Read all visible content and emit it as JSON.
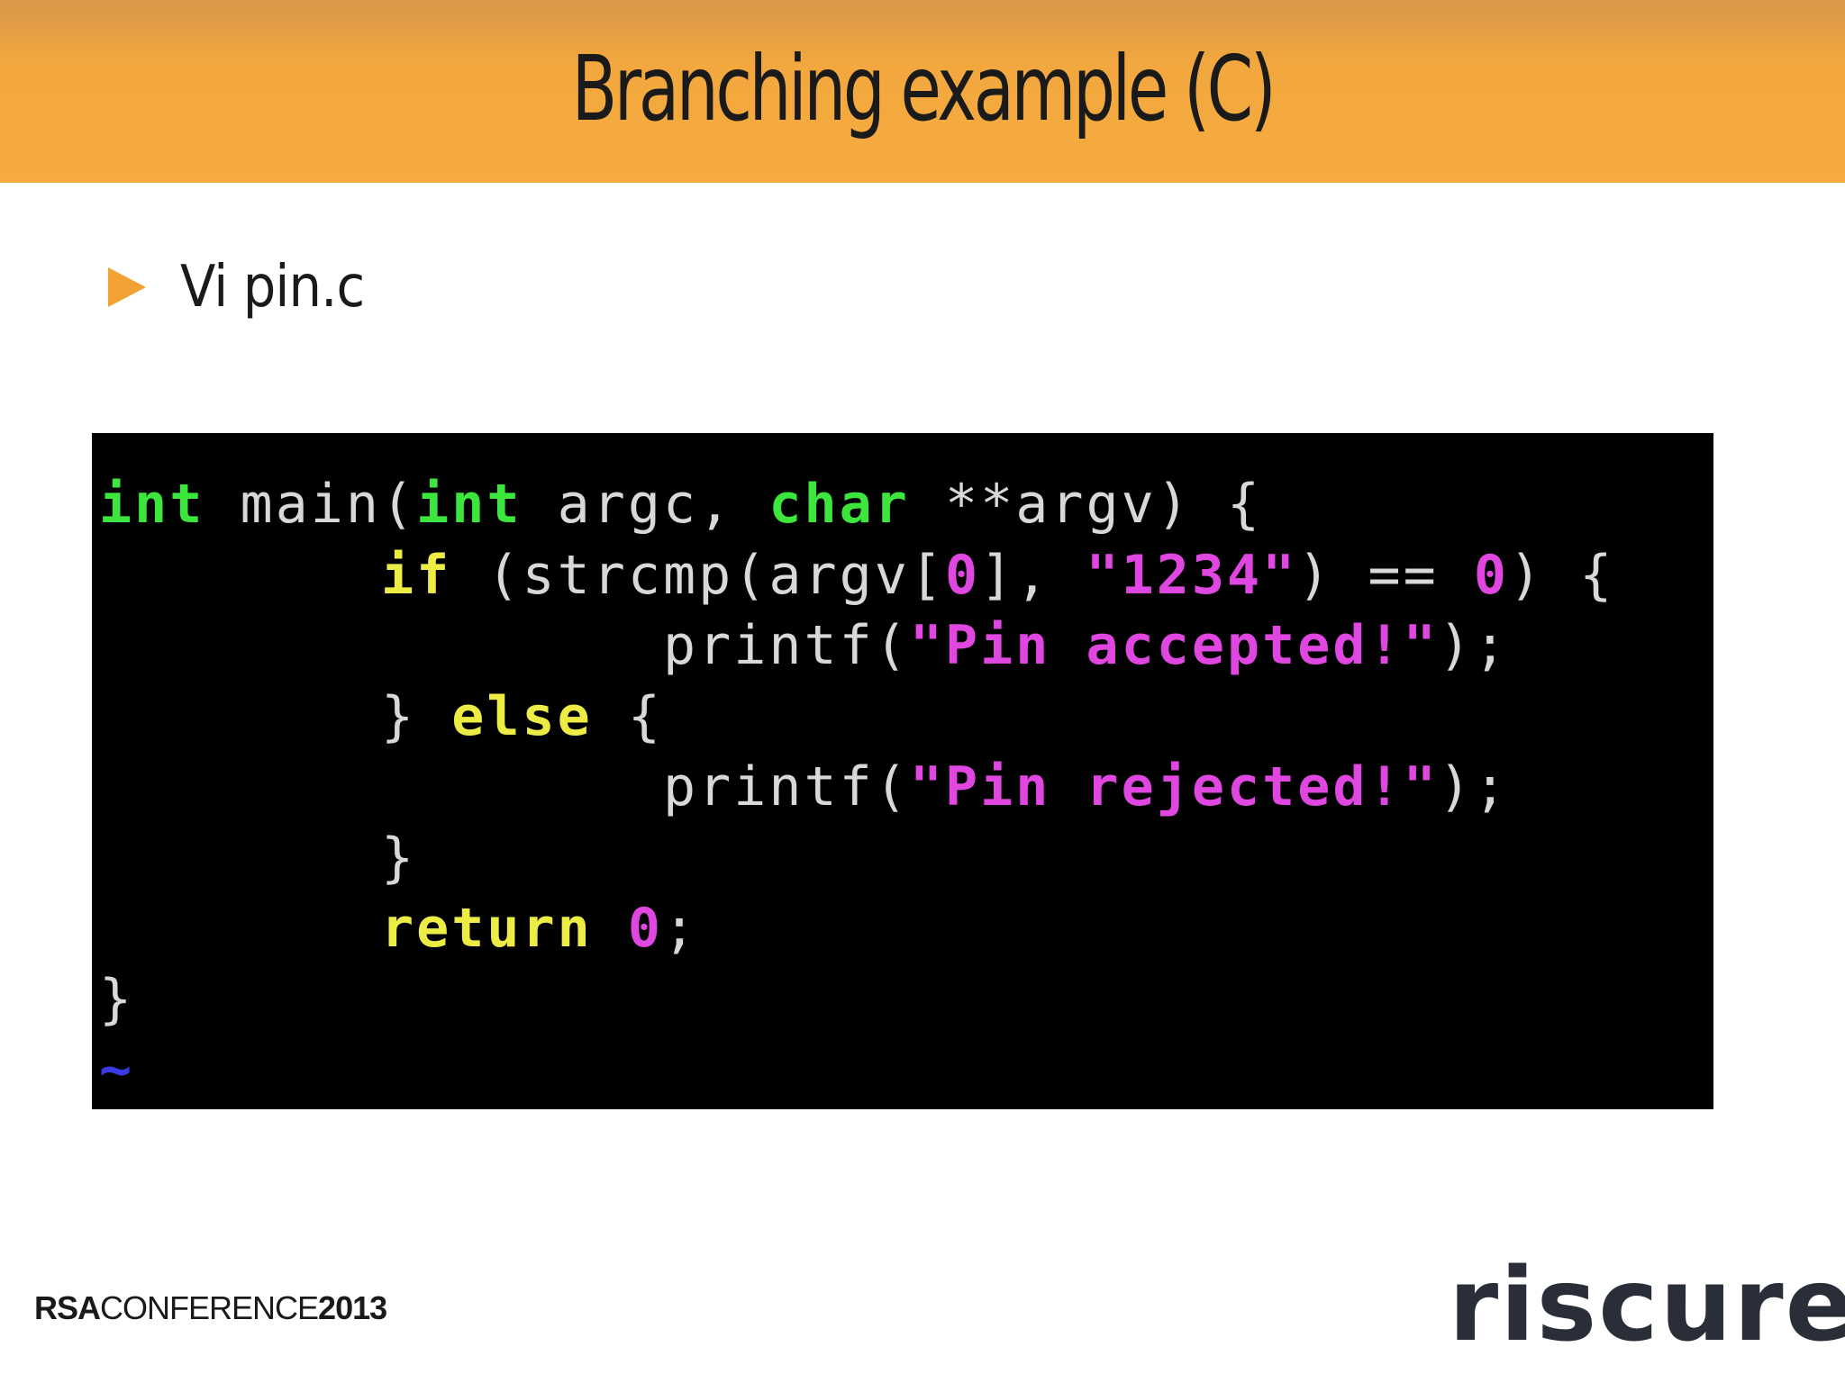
{
  "slide": {
    "title": "Branching example (C)",
    "bullet": "Vi pin.c"
  },
  "code_lines": [
    [
      {
        "t": "int",
        "c": "kw-green"
      },
      {
        "t": " main("
      },
      {
        "t": "int",
        "c": "kw-green"
      },
      {
        "t": " argc, "
      },
      {
        "t": "char",
        "c": "kw-green"
      },
      {
        "t": " **argv) {"
      }
    ],
    [
      {
        "t": "        "
      },
      {
        "t": "if",
        "c": "kw-yellow"
      },
      {
        "t": " (strcmp(argv["
      },
      {
        "t": "0",
        "c": "num"
      },
      {
        "t": "], "
      },
      {
        "t": "\"1234\"",
        "c": "str"
      },
      {
        "t": ") == "
      },
      {
        "t": "0",
        "c": "num"
      },
      {
        "t": ") {"
      }
    ],
    [
      {
        "t": "                printf("
      },
      {
        "t": "\"Pin accepted!\"",
        "c": "str"
      },
      {
        "t": ");"
      }
    ],
    [
      {
        "t": "        } "
      },
      {
        "t": "else",
        "c": "kw-yellow"
      },
      {
        "t": " {"
      }
    ],
    [
      {
        "t": "                printf("
      },
      {
        "t": "\"Pin rejected!\"",
        "c": "str"
      },
      {
        "t": ");"
      }
    ],
    [
      {
        "t": "        }"
      }
    ],
    [
      {
        "t": "        "
      },
      {
        "t": "return",
        "c": "kw-yellow"
      },
      {
        "t": " "
      },
      {
        "t": "0",
        "c": "num"
      },
      {
        "t": ";"
      }
    ],
    [
      {
        "t": "}"
      }
    ],
    [
      {
        "t": "~",
        "c": "tilde"
      }
    ]
  ],
  "footer": {
    "conference_rsa": "RSA",
    "conference_name": "CONFERENCE",
    "conference_year": "2013",
    "brand": "riscure"
  },
  "colors": {
    "header": "#f5ab3f",
    "bullet": "#f2a233",
    "keyword_type": "#3ce63c",
    "keyword_control": "#ecec44",
    "string_literal": "#e046e0"
  }
}
